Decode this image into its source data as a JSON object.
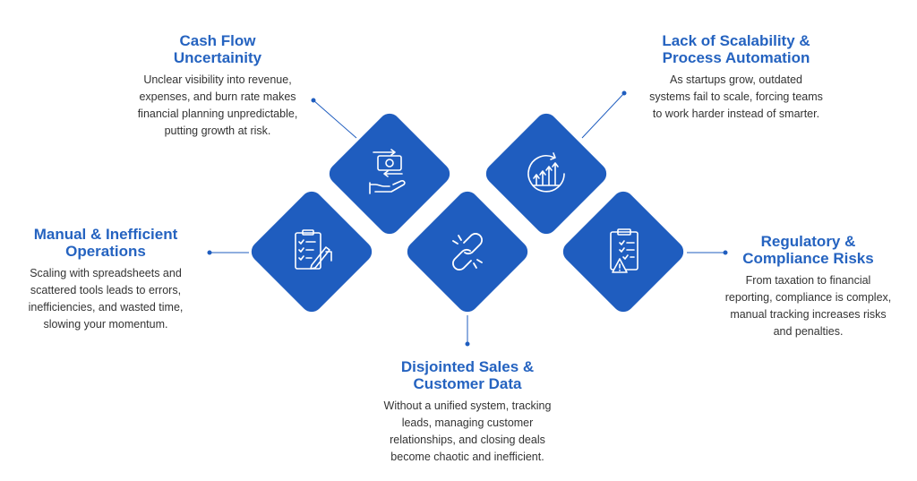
{
  "colors": {
    "accent": "#1f5dbf",
    "title": "#2563c0",
    "text": "#333333"
  },
  "items": [
    {
      "key": "cashflow",
      "title_lines": [
        "Cash Flow",
        "Uncertainity"
      ],
      "desc_lines": [
        "Unclear visibility into revenue,",
        "expenses, and burn rate makes",
        "financial planning unpredictable,",
        "putting growth at risk."
      ],
      "icon": "money-exchange-icon"
    },
    {
      "key": "scalability",
      "title_lines": [
        "Lack of Scalability &",
        "Process Automation"
      ],
      "desc_lines": [
        "As startups grow, outdated",
        "systems fail to scale, forcing teams",
        "to work harder instead of smarter."
      ],
      "icon": "growth-chart-icon"
    },
    {
      "key": "manual",
      "title_lines": [
        "Manual & Inefficient",
        "Operations"
      ],
      "desc_lines": [
        "Scaling with spreadsheets and",
        "scattered tools leads to errors,",
        "inefficiencies, and wasted time,",
        "slowing your momentum."
      ],
      "icon": "checklist-edit-icon"
    },
    {
      "key": "disjointed",
      "title_lines": [
        "Disjointed Sales &",
        "Customer Data"
      ],
      "desc_lines": [
        "Without a unified system, tracking",
        "leads, managing customer",
        "relationships, and closing deals",
        "become chaotic and inefficient."
      ],
      "icon": "broken-link-icon"
    },
    {
      "key": "regulatory",
      "title_lines": [
        "Regulatory &",
        "Compliance Risks"
      ],
      "desc_lines": [
        "From taxation to financial",
        "reporting, compliance is complex,",
        "manual tracking increases risks",
        "and penalties."
      ],
      "icon": "compliance-clipboard-icon"
    }
  ]
}
